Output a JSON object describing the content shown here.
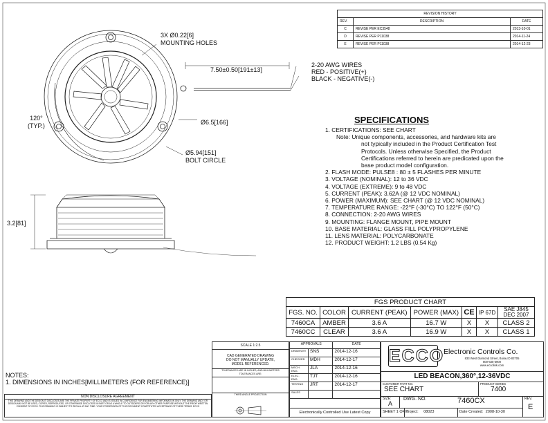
{
  "revision_history": {
    "title": "REVISION HISTORY",
    "headers": [
      "REV.",
      "DESCRIPTION",
      "DATE"
    ],
    "rows": [
      {
        "rev": "C",
        "desc": "REVISE PER EC3548",
        "date": "2013-10-01"
      },
      {
        "rev": "D",
        "desc": "REVISE PER P11038",
        "date": "2014-11-24"
      },
      {
        "rev": "E",
        "desc": "REVISE PER P11038",
        "date": "2014-12-23"
      }
    ]
  },
  "dims": {
    "holes_a": "3X Ø0.22[6]",
    "holes_b": "MOUNTING HOLES",
    "wire_len": "7.50±0.50[191±13]",
    "wires_1": "2-20 AWG WIRES",
    "wires_2": "RED - POSITIVE(+)",
    "wires_3": "BLACK - NEGATIVE(-)",
    "angle_1": "120°",
    "angle_2": "(TYP.)",
    "dia": "Ø6.5[166]",
    "bolt_a": "Ø5.94[151]",
    "bolt_b": "BOLT CIRCLE",
    "height": "3.2[81]"
  },
  "specs": {
    "title": "SPECIFICATIONS",
    "items": [
      "1.    CERTIFICATIONS:  SEE CHART",
      "Note:  Unique components, accessories, and hardware kits are",
      "not typically included in the Product Certification Test",
      "Protocols.  Unless otherwise Specified, the Product",
      "Certifications referred to herein are predicated upon the",
      "base product model configuration.",
      "2.  FLASH MODE: PULSE8 : 80 ± 5 FLASHES PER MINUTE",
      "3.  VOLTAGE (NOMINAL): 12 to 36 VDC",
      "4.  VOLTAGE (EXTREME): 9 to 48 VDC",
      "5.  CURRENT (PEAK): 3.62A (@ 12 VDC NOMINAL)",
      "6.  POWER (MAXIMUM):  SEE CHART (@ 12 VDC NOMINAL)",
      "7.  TEMPERATURE RANGE: -22°F (-30°C) TO 122°F (50°C)",
      "8.  CONNECTION: 2-20 AWG WIRES",
      "9.  MOUNTING: FLANGE MOUNT, PIPE MOUNT",
      "10. BASE MATERIAL: GLASS FILL POLYPROPYLENE",
      "11. LENS MATERIAL: POLYCARBONATE",
      "12. PRODUCT WEIGHT: 1.2 LBS (0.54 Kg)"
    ]
  },
  "chart": {
    "title": "FGS PRODUCT CHART",
    "headers": [
      "FGS. NO.",
      "COLOR",
      "CURRENT (PEAK)",
      "POWER (MAX)",
      "CE",
      "IP 67D",
      "SAE J845 DEC 2007"
    ],
    "rows": [
      [
        "7460CA",
        "AMBER",
        "3.6 A",
        "16.7 W",
        "X",
        "X",
        "CLASS 2"
      ],
      [
        "7460CC",
        "CLEAR",
        "3.6 A",
        "16.9 W",
        "X",
        "X",
        "CLASS 1"
      ]
    ]
  },
  "notes": {
    "title": "NOTES:",
    "line1": "1. DIMENSIONS IN INCHES[MILLIMETERS (FOR REFERENCE)]"
  },
  "title_block": {
    "scale": "SCALE 1:2.5",
    "cad_1": "CAD GENERATED DRAWING",
    "cad_2": "DO NOT MANUALLY UPDATE,",
    "cad_3": "MODEL REFERENCED.",
    "tol_1": "TOLERANCES ARE IN INCHES, AND MILLIMETERS",
    "tol_2": "TOLERANCES ARE:",
    "approvals": "APPROVALS",
    "date_hdr": "DATE",
    "approval_rows": [
      {
        "role": "DRAWN BY",
        "name": "SNS",
        "date": "2014-12-16"
      },
      {
        "role": "CHECKED",
        "name": "MDH",
        "date": "2014-12-17"
      },
      {
        "role": "MECH. ENG.",
        "name": "JLA",
        "date": "2014-12-16"
      },
      {
        "role": "ELEC. ENG.",
        "name": "TJT",
        "date": "2014-12-16"
      },
      {
        "role": "TESTING",
        "name": "JRT",
        "date": "2014-12-17"
      },
      {
        "role": "SALES",
        "name": "",
        "date": ""
      }
    ],
    "third_angle": "THIRD ANGLE PROJECTION",
    "nda_title": "NON DISCLOSURE AGREEMENT",
    "nda_text": "THIS DRAWING AND THE DESIGN IT DISCLOSES ARE THE PRIVATE PROPERTY OF ECCO AND IS ISSUED IN CONFIDENCE FOR ENGINEERING INFORMATION ONLY. THE DRAWING AND / OR DESIGN MAY NOT BE USED, COPIED, REPRODUCED, OR OTHERWISE DISCLOSED IN PART OR AS A WHOLE TO OUTSIDERS OR FOR ANY OTHER PURPOSE WITHOUT THE PRIOR WRITTEN CONSENT OF ECCO. THIS DRAWING IS SUBJECT TO RECALL AT ANY TIME. YOUR POSSESSION OF THIS DOCUMENT CONSTITUTES ACCEPTANCE OF THESE TERMS. ECCO",
    "logo": "ECCO",
    "company": "Electronic Controls Co.",
    "address": "833 West Diamond Street, Boise,ID 83705",
    "phone": "800-635-5900",
    "web": "www.eccolink.com",
    "title": "LED BEACON,360°,12-36VDC",
    "cust_label": "CUSTOMER PART NO.",
    "cust_value": "SEE CHART",
    "series_label": "PRODUCT SERIES",
    "series_value": "7400",
    "size_label": "SIZE:",
    "size_value": "A",
    "dwg_label": "DWG.  NO.",
    "dwg_value": "7460CX",
    "rev_label": "REV.",
    "rev_value": "E",
    "controlled": "Electronically Controlled Use Latest Copy",
    "sheet": "SHEET 1 OF 1",
    "project_label": "Project:",
    "project_value": "08023",
    "created_label": "Date Created:",
    "created_value": "2008-10-30"
  }
}
